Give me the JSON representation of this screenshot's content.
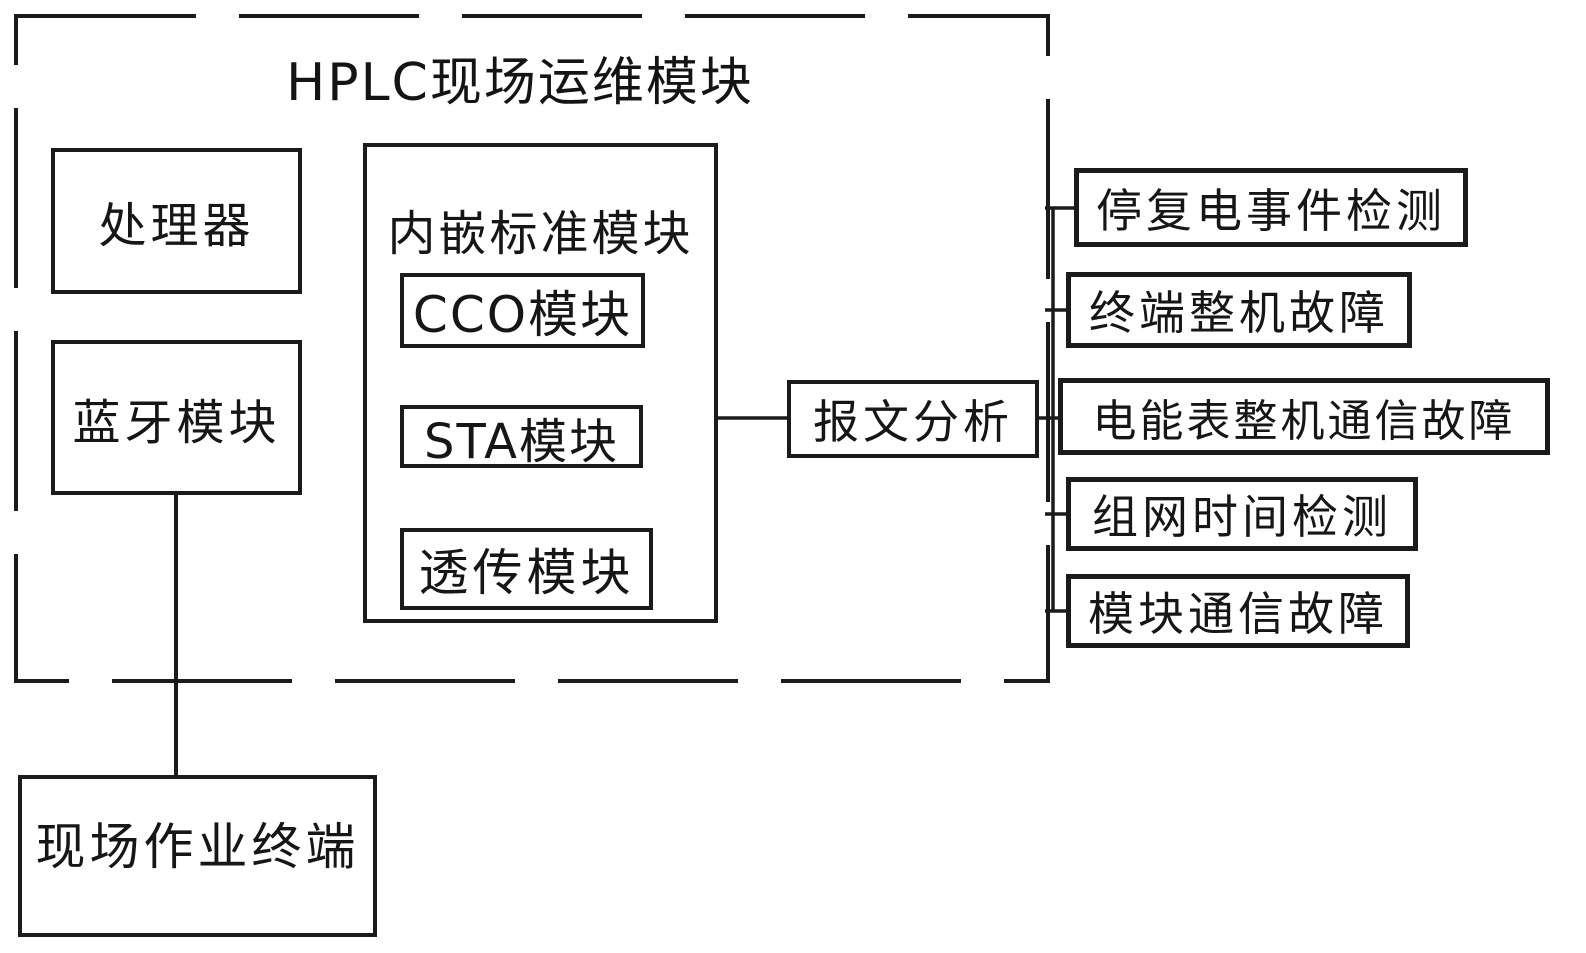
{
  "diagram": {
    "title": "HPLC现场运维模块",
    "nodes": {
      "processor": "处理器",
      "bluetooth": "蓝牙模块",
      "embedded_standard": "内嵌标准模块",
      "cco": "CCO模块",
      "sta": "STA模块",
      "transparent": "透传模块",
      "message_analysis": "报文分析",
      "field_terminal": "现场作业终端",
      "detections": [
        "停复电事件检测",
        "终端整机故障",
        "电能表整机通信故障",
        "组网时间检测",
        "模块通信故障"
      ]
    },
    "colors": {
      "line": "#1b1b1b",
      "background": "#ffffff",
      "text": "#161616"
    }
  }
}
